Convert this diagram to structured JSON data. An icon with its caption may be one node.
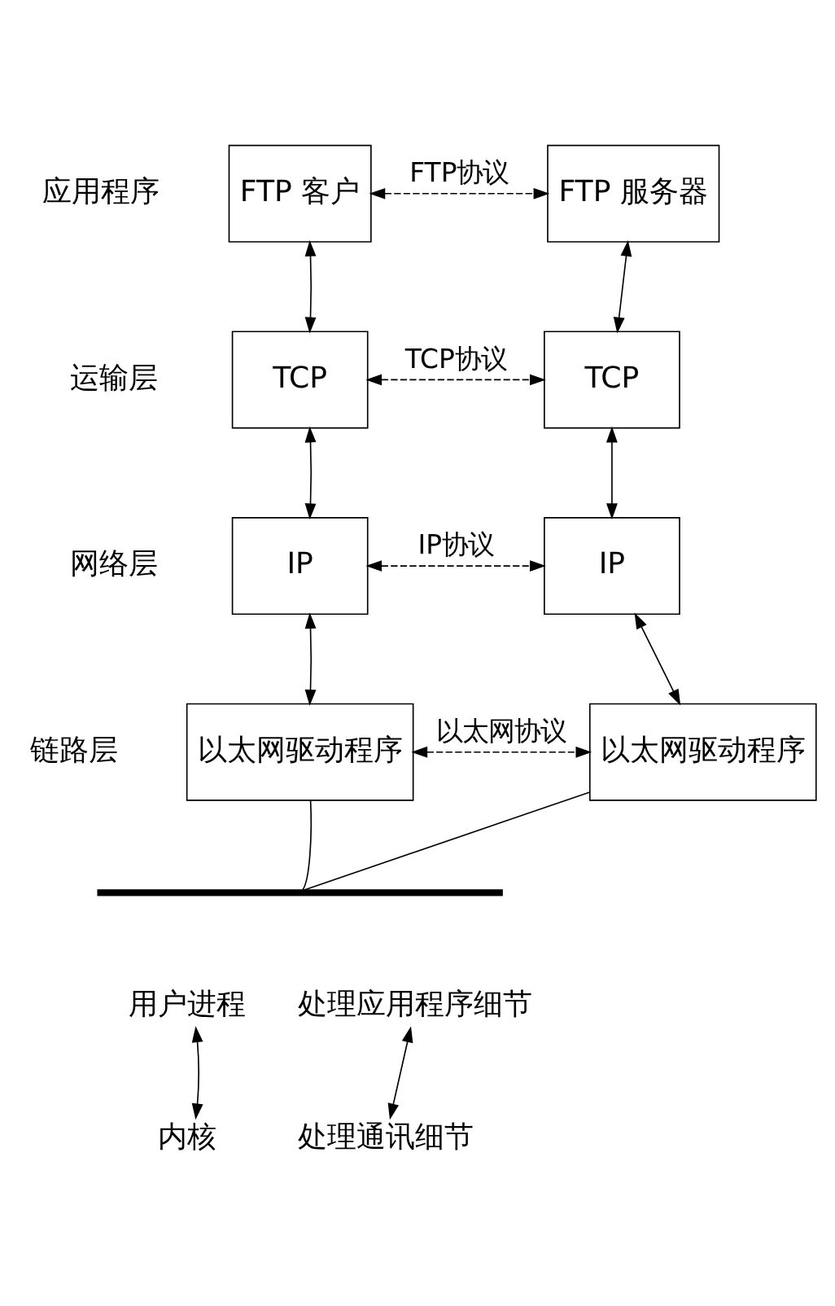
{
  "diagram": {
    "nodes": [
      {
        "text": [
          "FTP 客户"
        ]
      },
      {
        "text": [
          "FTP 服务器"
        ]
      },
      {
        "text": [
          "TCP"
        ]
      },
      {
        "text": [
          "TCP"
        ]
      },
      {
        "text": [
          "IP"
        ]
      },
      {
        "text": [
          "IP"
        ]
      },
      {
        "text": [
          "以太网驱动程序"
        ]
      },
      {
        "text": [
          "以太网驱动程序"
        ]
      },
      {
        "text": [],
        "shape": "bar"
      },
      {
        "text": [
          "用户进程"
        ]
      },
      {
        "text": [
          "内核"
        ]
      },
      {
        "text": [
          "处理应用程序细节"
        ]
      },
      {
        "text": [
          "处理通讯细节"
        ]
      }
    ],
    "edges": [
      {
        "from": 0,
        "to": 1,
        "arrow": "both",
        "style": "dashed",
        "label": "FTP协议"
      },
      {
        "from": 0,
        "to": 2,
        "arrow": "both"
      },
      {
        "from": 1,
        "to": 3,
        "arrow": "both"
      },
      {
        "from": 2,
        "to": 3,
        "arrow": "both",
        "style": "dashed",
        "label": "TCP协议"
      },
      {
        "from": 2,
        "to": 4,
        "arrow": "both"
      },
      {
        "from": 3,
        "to": 5,
        "arrow": "both"
      },
      {
        "from": 4,
        "to": 5,
        "arrow": "both",
        "style": "dashed",
        "label": "IP协议"
      },
      {
        "from": 4,
        "to": 6,
        "arrow": "both"
      },
      {
        "from": 5,
        "to": 7,
        "arrow": "both"
      },
      {
        "from": 6,
        "to": 7,
        "arrow": "both",
        "style": "dashed",
        "label": "以太网协议"
      },
      {
        "from": 6,
        "to": 8,
        "arrow": "none"
      },
      {
        "from": 7,
        "to": 8,
        "arrow": "none"
      },
      {
        "from": 9,
        "to": 10,
        "arrow": "both"
      },
      {
        "from": 11,
        "to": 12,
        "arrow": "both"
      }
    ],
    "labels": [
      "应用程序",
      "运输层",
      "网络层",
      "链路层"
    ]
  }
}
